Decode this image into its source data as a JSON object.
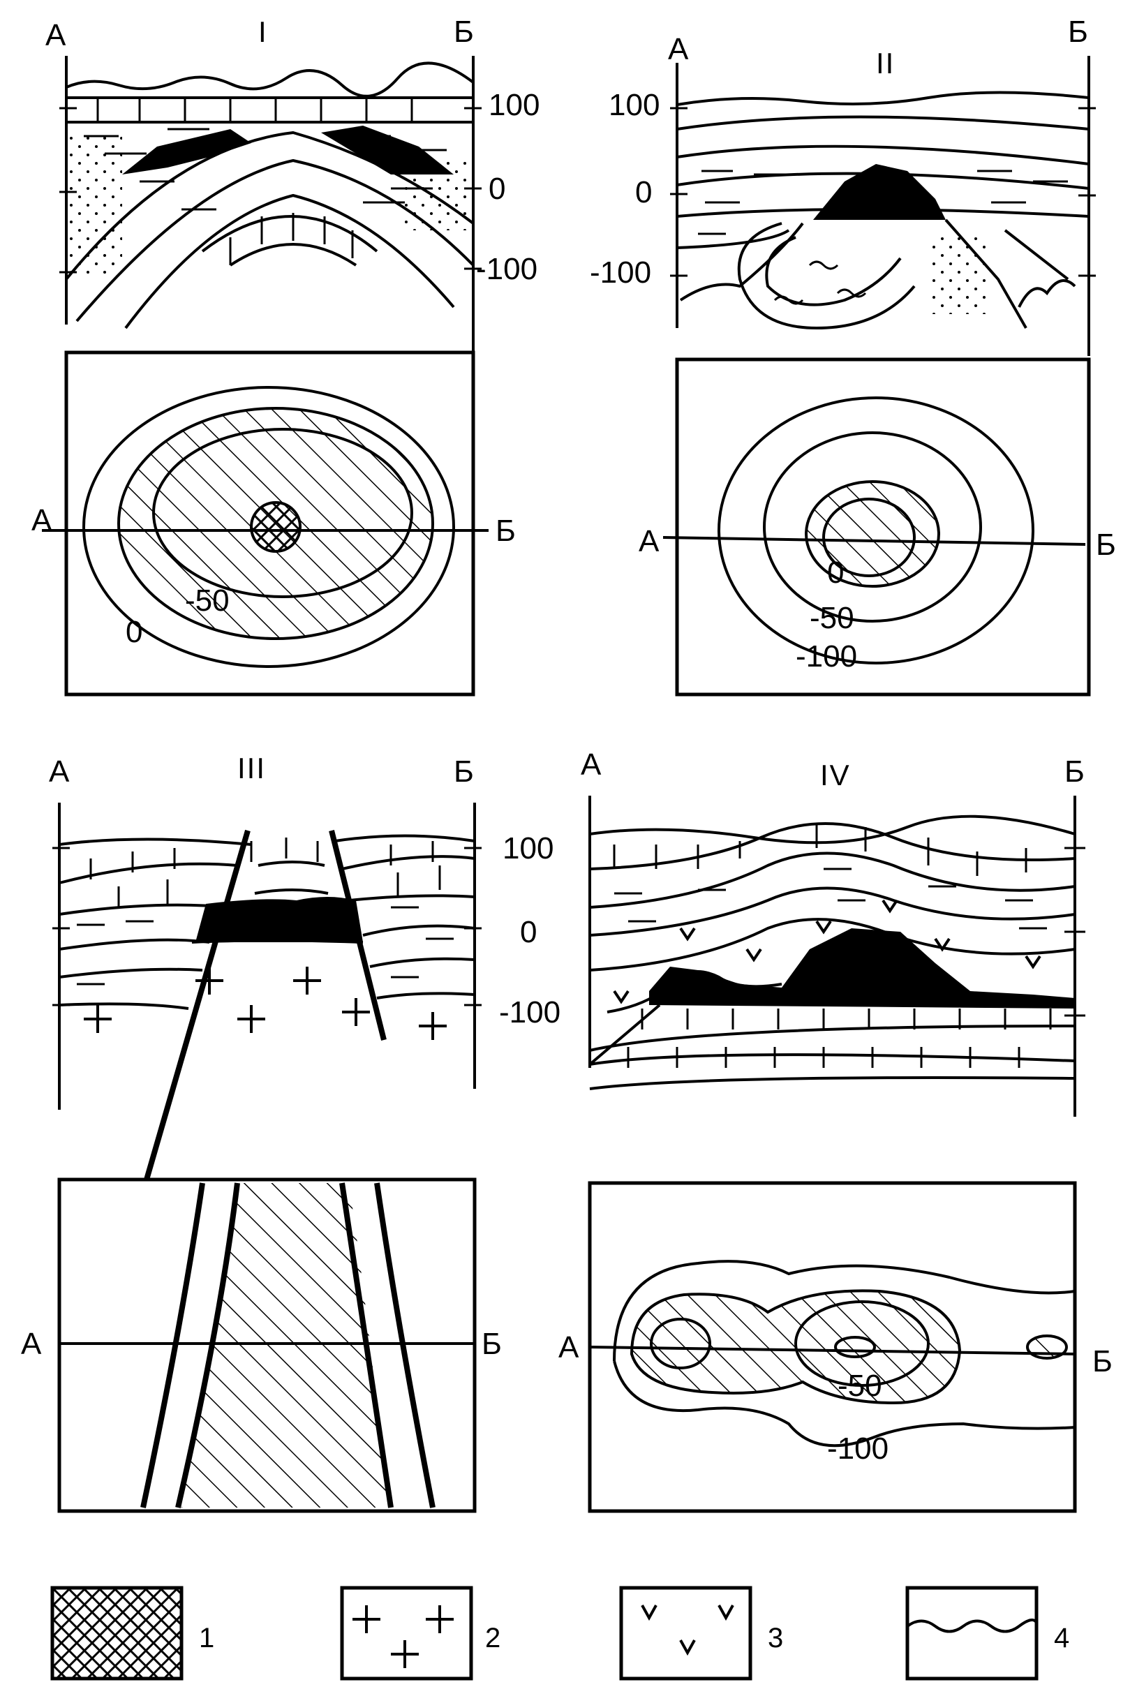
{
  "panels": [
    {
      "numeral": "I",
      "left": "А",
      "right": "Б",
      "depth_labels": [
        "100",
        "0",
        "-100"
      ],
      "map_left": "А",
      "map_right": "Б",
      "contours": [
        "-50",
        "0"
      ]
    },
    {
      "numeral": "II",
      "left": "А",
      "right": "Б",
      "depth_labels": [
        "100",
        "0",
        "-100"
      ],
      "map_left": "А",
      "map_right": "Б",
      "contours": [
        "0",
        "-50",
        "-100"
      ]
    },
    {
      "numeral": "III",
      "left": "А",
      "right": "Б",
      "depth_labels": [],
      "map_left": "А",
      "map_right": "Б",
      "contours": []
    },
    {
      "numeral": "IV",
      "left": "А",
      "right": "Б",
      "depth_labels": [
        "100",
        "0",
        "-100"
      ],
      "map_left": "А",
      "map_right": "Б",
      "contours": [
        "-50",
        "-100"
      ]
    }
  ],
  "legend": [
    "1",
    "2",
    "3",
    "4"
  ]
}
